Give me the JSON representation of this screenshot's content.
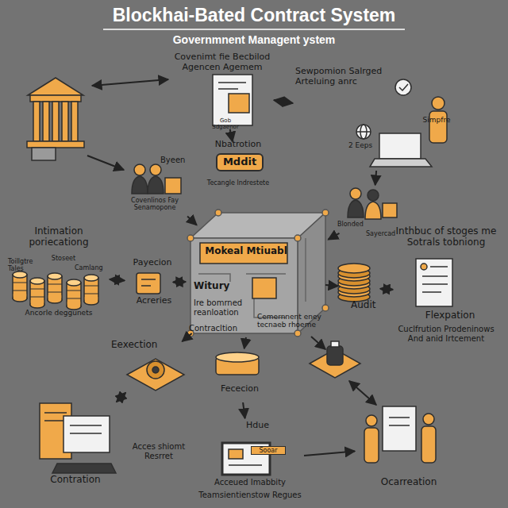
{
  "diagram": {
    "title": "Blockhai-Bated Contract System",
    "nodes": [
      {
        "text": [
          "Covenimt fie Becbilod Agencen Agemem",
          "Gob Sdgaenor"
        ]
      },
      {
        "text": [
          "Sewpomion Salrged Arteluing anrc",
          "Simpfre",
          "2 Eeps"
        ]
      },
      {
        "text": [
          "Nbatrotion",
          "Mddit",
          "Tecangle lndrestete"
        ]
      },
      {
        "text": [
          "Byeen",
          "Covenlinos Fay Senamopone"
        ]
      },
      {
        "text": [
          "Blonded",
          "Sayercad"
        ]
      },
      {
        "text": [
          "Intimation poriecationg",
          "Toillgtre Tales",
          "Stoseet",
          "Camlang",
          "Ancorle deggunets"
        ]
      },
      {
        "text": [
          "Payecion",
          "Acreries"
        ]
      },
      {
        "text": [
          "Mokeal Mtiuabl",
          "Witury",
          "Ire bomrned reanloation",
          "Contracltion",
          "Cemernnent eney tecnaeb rhoeme"
        ]
      },
      {
        "text": [
          "Audit"
        ]
      },
      {
        "text": [
          "Inthbuc of stoges me Sotrals tobniong",
          "Flexpation",
          "Cuclfrution Prodeninows And anid Irtcement"
        ]
      },
      {
        "text": [
          "Eexection"
        ]
      },
      {
        "text": [
          "Fececion"
        ]
      },
      {
        "text": [
          "Contration"
        ]
      },
      {
        "text": [
          "Hdue",
          "Sooar",
          "Acceued Imabbity",
          "Teamsientienstow Regues"
        ]
      },
      {
        "text": [
          "Ocarreation"
        ]
      }
    ],
    "edges": [
      {
        "from": 0,
        "to": 1,
        "arrow": "both"
      },
      {
        "from": 0,
        "to": 2,
        "arrow": "to"
      },
      {
        "from": 1,
        "to": 4,
        "arrow": "to"
      },
      {
        "from": 3,
        "to": 7,
        "arrow": "to"
      },
      {
        "from": 4,
        "to": 7,
        "arrow": "to"
      },
      {
        "from": 5,
        "to": 6,
        "arrow": "both"
      },
      {
        "from": 6,
        "to": 7,
        "arrow": "both"
      },
      {
        "from": 7,
        "to": 8,
        "arrow": "to"
      },
      {
        "from": 8,
        "to": 9,
        "arrow": "both"
      },
      {
        "from": 7,
        "to": 10,
        "arrow": "to"
      },
      {
        "from": 7,
        "to": 11,
        "arrow": "to"
      },
      {
        "from": 10,
        "to": 12,
        "arrow": "both"
      },
      {
        "from": 12,
        "to": 13,
        "label": "Acces shiomt Resrret",
        "arrow": "both"
      },
      {
        "from": 11,
        "to": 13,
        "arrow": "to"
      },
      {
        "from": 13,
        "to": 14,
        "arrow": "to"
      }
    ],
    "labels": [
      "Governmnent Managent ystem"
    ]
  }
}
